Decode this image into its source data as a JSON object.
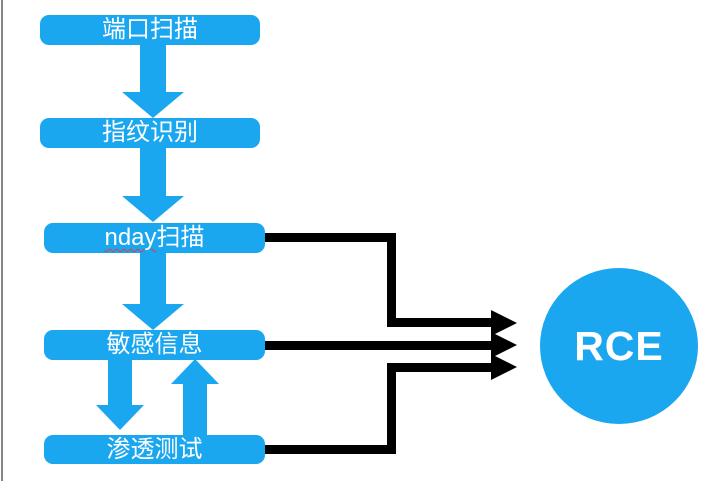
{
  "colors": {
    "accent_blue": "#1aa7f0",
    "connector_black": "#000000",
    "node_text": "#ffffff",
    "background": "#ffffff",
    "page_edge_line": "#858585",
    "spellcheck_underline_red": "#e23b3b"
  },
  "flow": {
    "boxes": [
      {
        "label": "端口扫描"
      },
      {
        "label": "指纹识别"
      },
      {
        "label": "nday扫描",
        "part_underlined": "nday",
        "part_rest": "扫描"
      },
      {
        "label": "敏感信息"
      },
      {
        "label": "渗透测试"
      }
    ],
    "terminal": {
      "label": "RCE"
    }
  }
}
